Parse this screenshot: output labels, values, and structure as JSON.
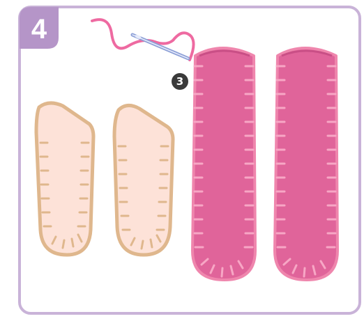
{
  "step": {
    "number": "4",
    "marker_label": "3"
  },
  "colors": {
    "frame_border": "#c9b3d8",
    "badge_fill": "#b595c8",
    "light_piece_fill": "#fde2d8",
    "light_piece_stroke": "#dfb78d",
    "pink_piece_fill": "#e0649a",
    "pink_piece_stroke": "#ef86ad",
    "pink_stitch": "#f7a7c5",
    "thread": "#ee6aa1",
    "needle": "#8c9fd6",
    "marker_fill": "#3a3a3a"
  },
  "pieces": [
    {
      "name": "light-piece-left",
      "color": "light"
    },
    {
      "name": "light-piece-right",
      "color": "light"
    },
    {
      "name": "pink-piece-left",
      "color": "pink"
    },
    {
      "name": "pink-piece-right",
      "color": "pink"
    }
  ]
}
